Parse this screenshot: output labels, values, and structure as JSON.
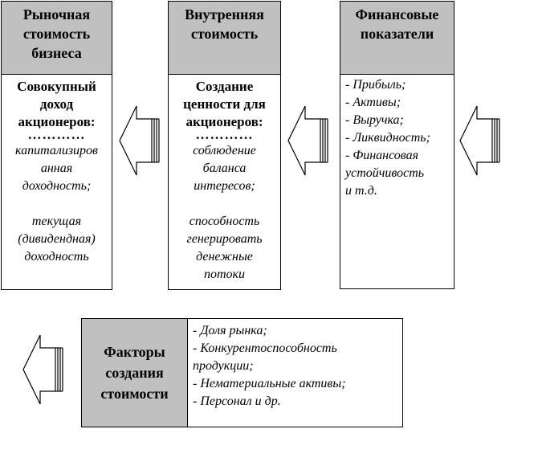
{
  "boxes": {
    "market": {
      "title": [
        "Рыночная",
        "стоимость",
        "бизнеса"
      ],
      "heading": [
        "Совокупный",
        "доход",
        "акционеров:"
      ],
      "dots": "…………",
      "items": [
        "капитализиров",
        "анная",
        "доходность;",
        "",
        "текущая",
        "(дивидендная)",
        "доходность"
      ]
    },
    "internal": {
      "title": [
        "Внутренняя",
        "стоимость"
      ],
      "heading": [
        "Создание",
        "ценности для",
        "акционеров:"
      ],
      "dots": "…………",
      "items": [
        "соблюдение",
        "баланса",
        "интересов;",
        "",
        "способность",
        "генерировать",
        "денежные",
        "потоки"
      ]
    },
    "financial": {
      "title": [
        "Финансовые",
        "показатели"
      ],
      "items": [
        "- Прибыль;",
        "- Активы;",
        "- Выручка;",
        "- Ликвидность;",
        "- Финансовая",
        "устойчивость",
        "и т.д."
      ]
    },
    "factors": {
      "title": [
        "Факторы",
        "создания",
        "стоимости"
      ],
      "items": [
        "- Доля рынка;",
        "- Конкурентоспособность",
        "продукции;",
        "- Нематериальные активы;",
        "- Персонал и др."
      ]
    }
  }
}
